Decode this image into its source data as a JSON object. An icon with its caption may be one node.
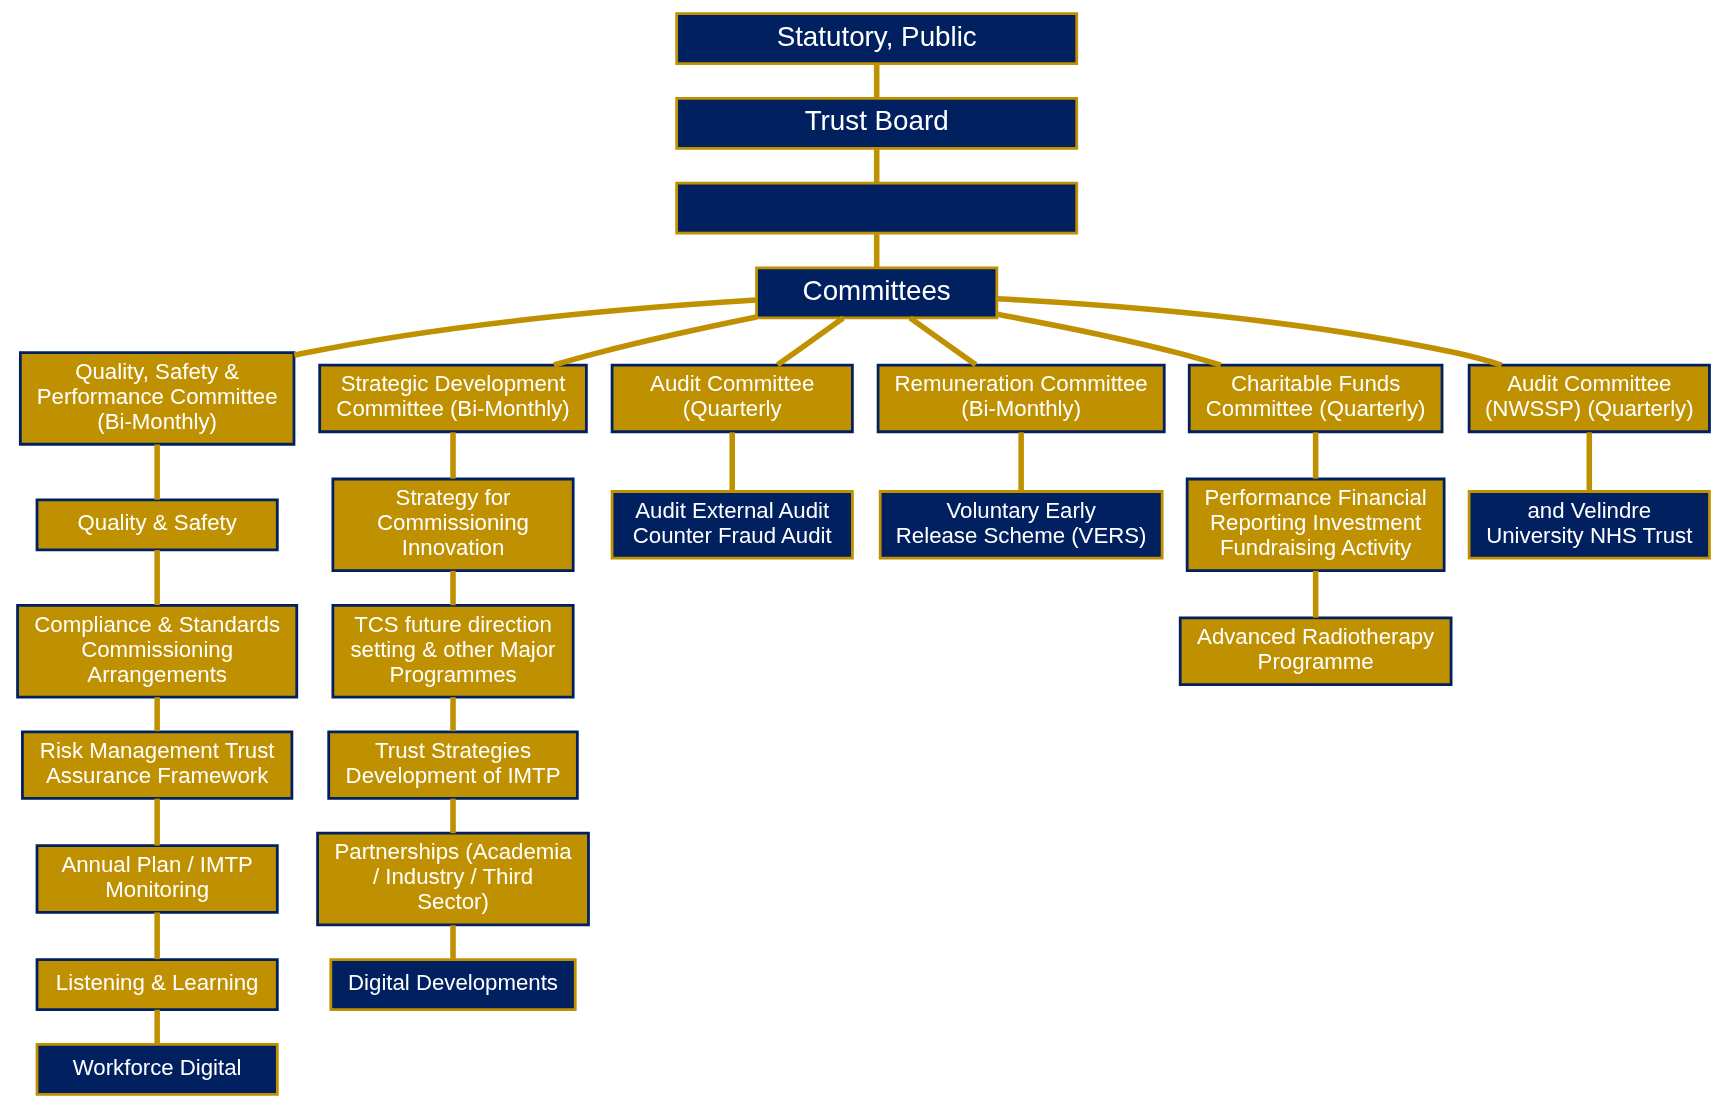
{
  "diagram": {
    "nodes": [
      {
        "text": [
          "Statutory, Public"
        ]
      },
      {
        "text": [
          "Trust Board"
        ]
      },
      {
        "text": [],
        "shape": "box"
      },
      {
        "text": [
          "Committees"
        ]
      },
      {
        "text": [
          "Quality, Safety & Performance Committee (Bi-Monthly)"
        ]
      },
      {
        "text": [
          "Strategic Development Committee (Bi-Monthly)"
        ]
      },
      {
        "text": [
          "Audit Committee (Quarterly"
        ]
      },
      {
        "text": [
          "Remuneration Committee (Bi-Monthly)"
        ]
      },
      {
        "text": [
          "Charitable Funds Committee (Quarterly)"
        ]
      },
      {
        "text": [
          "Audit Committee (NWSSP) (Quarterly)"
        ]
      },
      {
        "text": [
          "Quality & Safety"
        ]
      },
      {
        "text": [
          "Compliance & Standards Commissioning Arrangements"
        ]
      },
      {
        "text": [
          "Risk Management Trust Assurance Framework"
        ]
      },
      {
        "text": [
          "Annual Plan / IMTP Monitoring"
        ]
      },
      {
        "text": [
          "Listening & Learning"
        ]
      },
      {
        "text": [
          "Workforce Digital"
        ]
      },
      {
        "text": [
          "Strategy for Commissioning Innovation"
        ]
      },
      {
        "text": [
          "TCS future direction setting & other Major Programmes"
        ]
      },
      {
        "text": [
          "Trust Strategies Development of IMTP"
        ]
      },
      {
        "text": [
          "Partnerships (Academia / Industry / Third Sector)"
        ]
      },
      {
        "text": [
          "Digital Developments"
        ]
      },
      {
        "text": [
          "Audit External Audit Counter Fraud Audit"
        ]
      },
      {
        "text": [
          "Voluntary Early Release Scheme (VERS)"
        ]
      },
      {
        "text": [
          "Performance Financial Reporting Investment Fundraising Activity"
        ]
      },
      {
        "text": [
          "Advanced Radiotherapy Programme"
        ]
      },
      {
        "text": [
          "and Velindre University NHS Trust"
        ]
      }
    ],
    "edges": [
      {
        "from": 0,
        "to": 1,
        "arrow": "none"
      },
      {
        "from": 1,
        "to": 2,
        "arrow": "none"
      },
      {
        "from": 2,
        "to": 3,
        "arrow": "none"
      },
      {
        "from": 3,
        "to": 4,
        "arrow": "none"
      },
      {
        "from": 3,
        "to": 5,
        "arrow": "none"
      },
      {
        "from": 3,
        "to": 6,
        "arrow": "none"
      },
      {
        "from": 3,
        "to": 7,
        "arrow": "none"
      },
      {
        "from": 3,
        "to": 8,
        "arrow": "none"
      },
      {
        "from": 3,
        "to": 9,
        "arrow": "none"
      },
      {
        "from": 4,
        "to": 10,
        "arrow": "none"
      },
      {
        "from": 10,
        "to": 11,
        "arrow": "none"
      },
      {
        "from": 11,
        "to": 12,
        "arrow": "none"
      },
      {
        "from": 12,
        "to": 13,
        "arrow": "none"
      },
      {
        "from": 13,
        "to": 14,
        "arrow": "none"
      },
      {
        "from": 14,
        "to": 15,
        "arrow": "none"
      },
      {
        "from": 5,
        "to": 16,
        "arrow": "none"
      },
      {
        "from": 16,
        "to": 17,
        "arrow": "none"
      },
      {
        "from": 17,
        "to": 18,
        "arrow": "none"
      },
      {
        "from": 18,
        "to": 19,
        "arrow": "none"
      },
      {
        "from": 19,
        "to": 20,
        "arrow": "none"
      },
      {
        "from": 6,
        "to": 21,
        "arrow": "none"
      },
      {
        "from": 7,
        "to": 22,
        "arrow": "none"
      },
      {
        "from": 8,
        "to": 23,
        "arrow": "none"
      },
      {
        "from": 23,
        "to": 24,
        "arrow": "none"
      },
      {
        "from": 9,
        "to": 25,
        "arrow": "none"
      }
    ]
  }
}
